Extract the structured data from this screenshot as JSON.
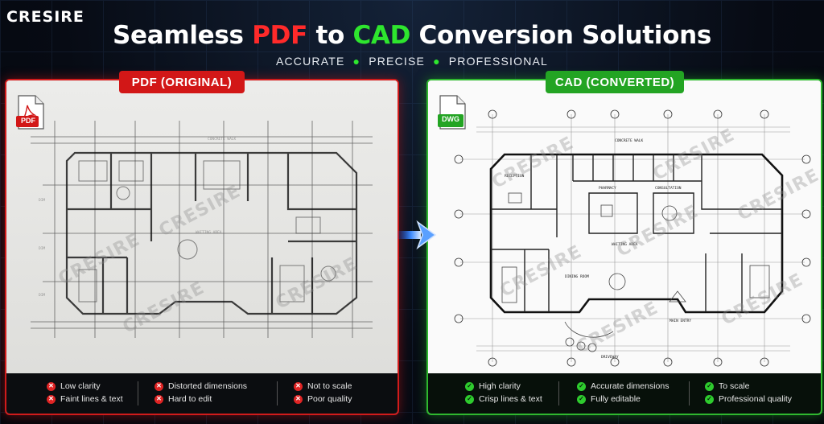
{
  "brand": {
    "logo": "CRESIRE"
  },
  "headline": {
    "prefix": "Seamless ",
    "pdf": "PDF",
    "middle": " to ",
    "cad": "CAD",
    "suffix": " Conversion Solutions"
  },
  "subline": {
    "items": [
      "ACCURATE",
      "PRECISE",
      "PROFESSIONAL"
    ]
  },
  "left_panel": {
    "badge": "PDF (ORIGINAL)",
    "file_icon_label": "PDF",
    "accent_color": "#d21717",
    "issues": [
      [
        "Low clarity",
        "Faint lines & text"
      ],
      [
        "Distorted dimensions",
        "Hard to edit"
      ],
      [
        "Not to scale",
        "Poor quality"
      ]
    ]
  },
  "right_panel": {
    "badge": "CAD (CONVERTED)",
    "file_icon_label": "DWG",
    "accent_color": "#23a423",
    "benefits": [
      [
        "High clarity",
        "Crisp lines & text"
      ],
      [
        "Accurate dimensions",
        "Fully editable"
      ],
      [
        "To scale",
        "Professional quality"
      ]
    ]
  },
  "arrow_icon": "right-arrow-icon",
  "watermark": "CRESIRE"
}
